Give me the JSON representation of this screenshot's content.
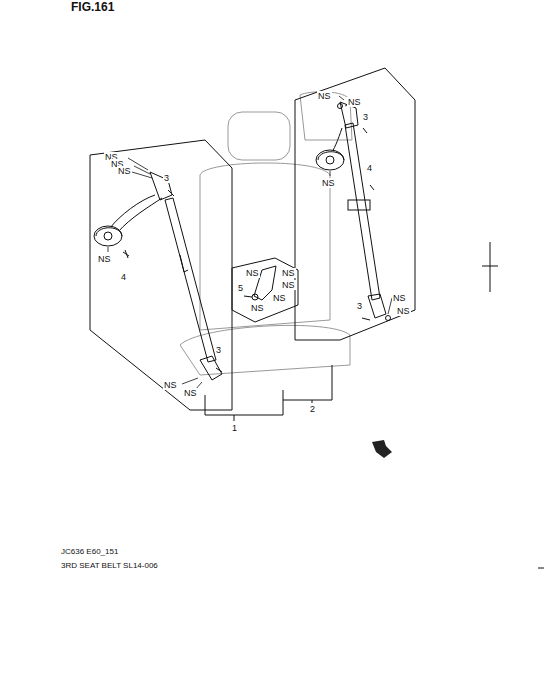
{
  "diagram": {
    "labels": [
      "FIG.161",
      "NS",
      "NS",
      "NS",
      "3",
      "NS",
      "4",
      "3",
      "NS",
      "NS",
      "NS",
      "NS",
      "5",
      "NS",
      "NS",
      "NS",
      "NS",
      "NS",
      "3",
      "4",
      "NS",
      "3",
      "NS",
      "NS",
      "1",
      "2",
      "JC636 E60_151",
      "3RD SEAT BELT SL14-006"
    ]
  }
}
